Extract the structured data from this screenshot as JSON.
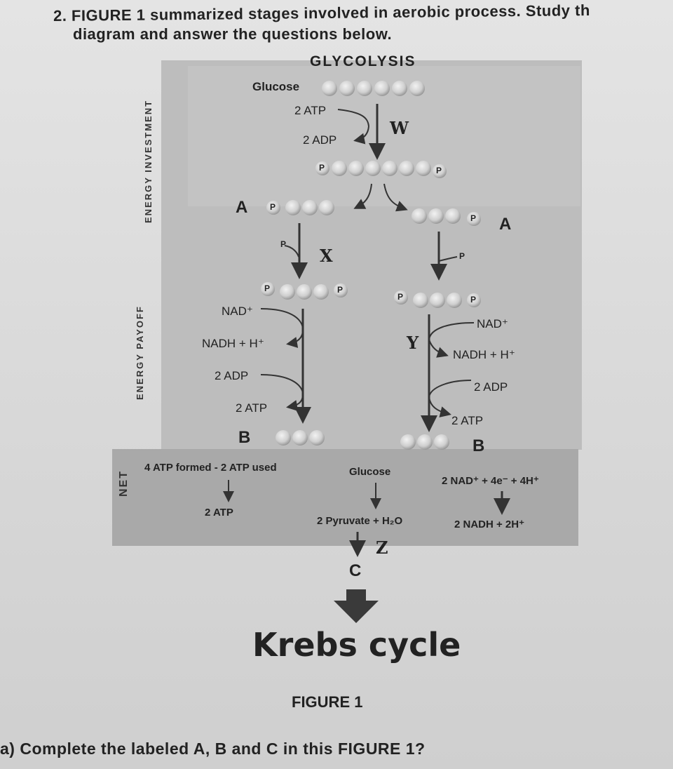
{
  "question": {
    "line1": "2. FIGURE 1 summarized stages involved in aerobic process. Study th",
    "line2": "diagram and answer the questions below."
  },
  "diagram": {
    "title": "GLYCOLYSIS",
    "side_investment": "ENERGY INVESTMENT",
    "side_payoff": "ENERGY PAYOFF",
    "side_net": "NET",
    "glucose_label": "Glucose",
    "atp_in": "2 ATP",
    "adp_out": "2 ADP",
    "label_w": "W",
    "label_a_left": "A",
    "label_a_right": "A",
    "label_x": "X",
    "label_y": "Y",
    "phosphate": "P",
    "left_nad": "NAD⁺",
    "left_nadh": "NADH + H⁺",
    "left_adp": "2 ADP",
    "left_atp": "2 ATP",
    "right_nad": "NAD⁺",
    "right_nadh": "NADH + H⁺",
    "right_adp": "2 ADP",
    "right_atp": "2 ATP",
    "label_b_left": "B",
    "label_b_right": "B",
    "net_atp_top": "4 ATP formed - 2 ATP used",
    "net_atp_bottom": "2 ATP",
    "net_glucose": "Glucose",
    "net_pyruvate": "2 Pyruvate + H₂O",
    "net_nad": "2 NAD⁺ + 4e⁻ + 4H⁺",
    "net_nadh": "2 NADH + 2H⁺",
    "label_z": "Z",
    "label_c": "C",
    "krebs": "Krebs cycle"
  },
  "figure_caption": "FIGURE 1",
  "part_a": "a) Complete the labeled A, B and C in this FIGURE 1?"
}
